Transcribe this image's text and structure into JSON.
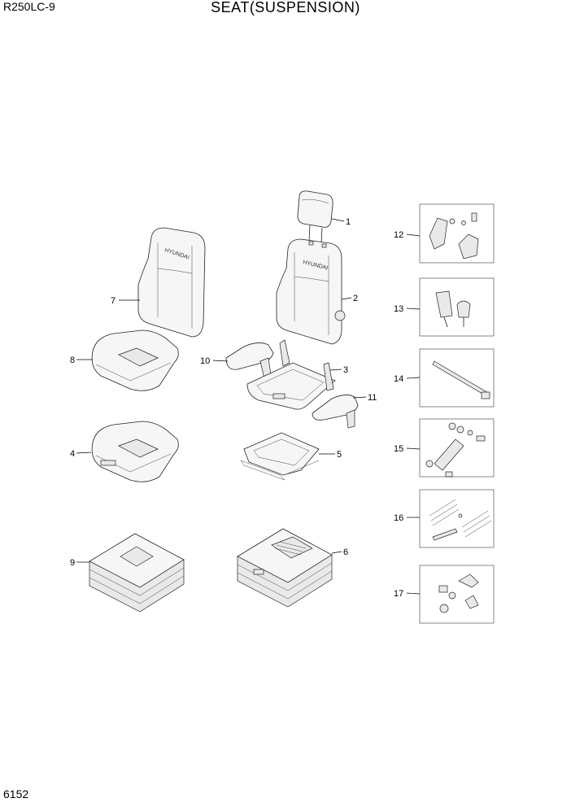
{
  "header": {
    "model": "R250LC-9",
    "title": "SEAT(SUSPENSION)"
  },
  "footer": {
    "page_number": "6152"
  },
  "callouts": [
    "1",
    "2",
    "3",
    "4",
    "5",
    "6",
    "7",
    "8",
    "9",
    "10",
    "11",
    "12",
    "13",
    "14",
    "15",
    "16",
    "17"
  ],
  "brand_text": "HYUNDAI"
}
